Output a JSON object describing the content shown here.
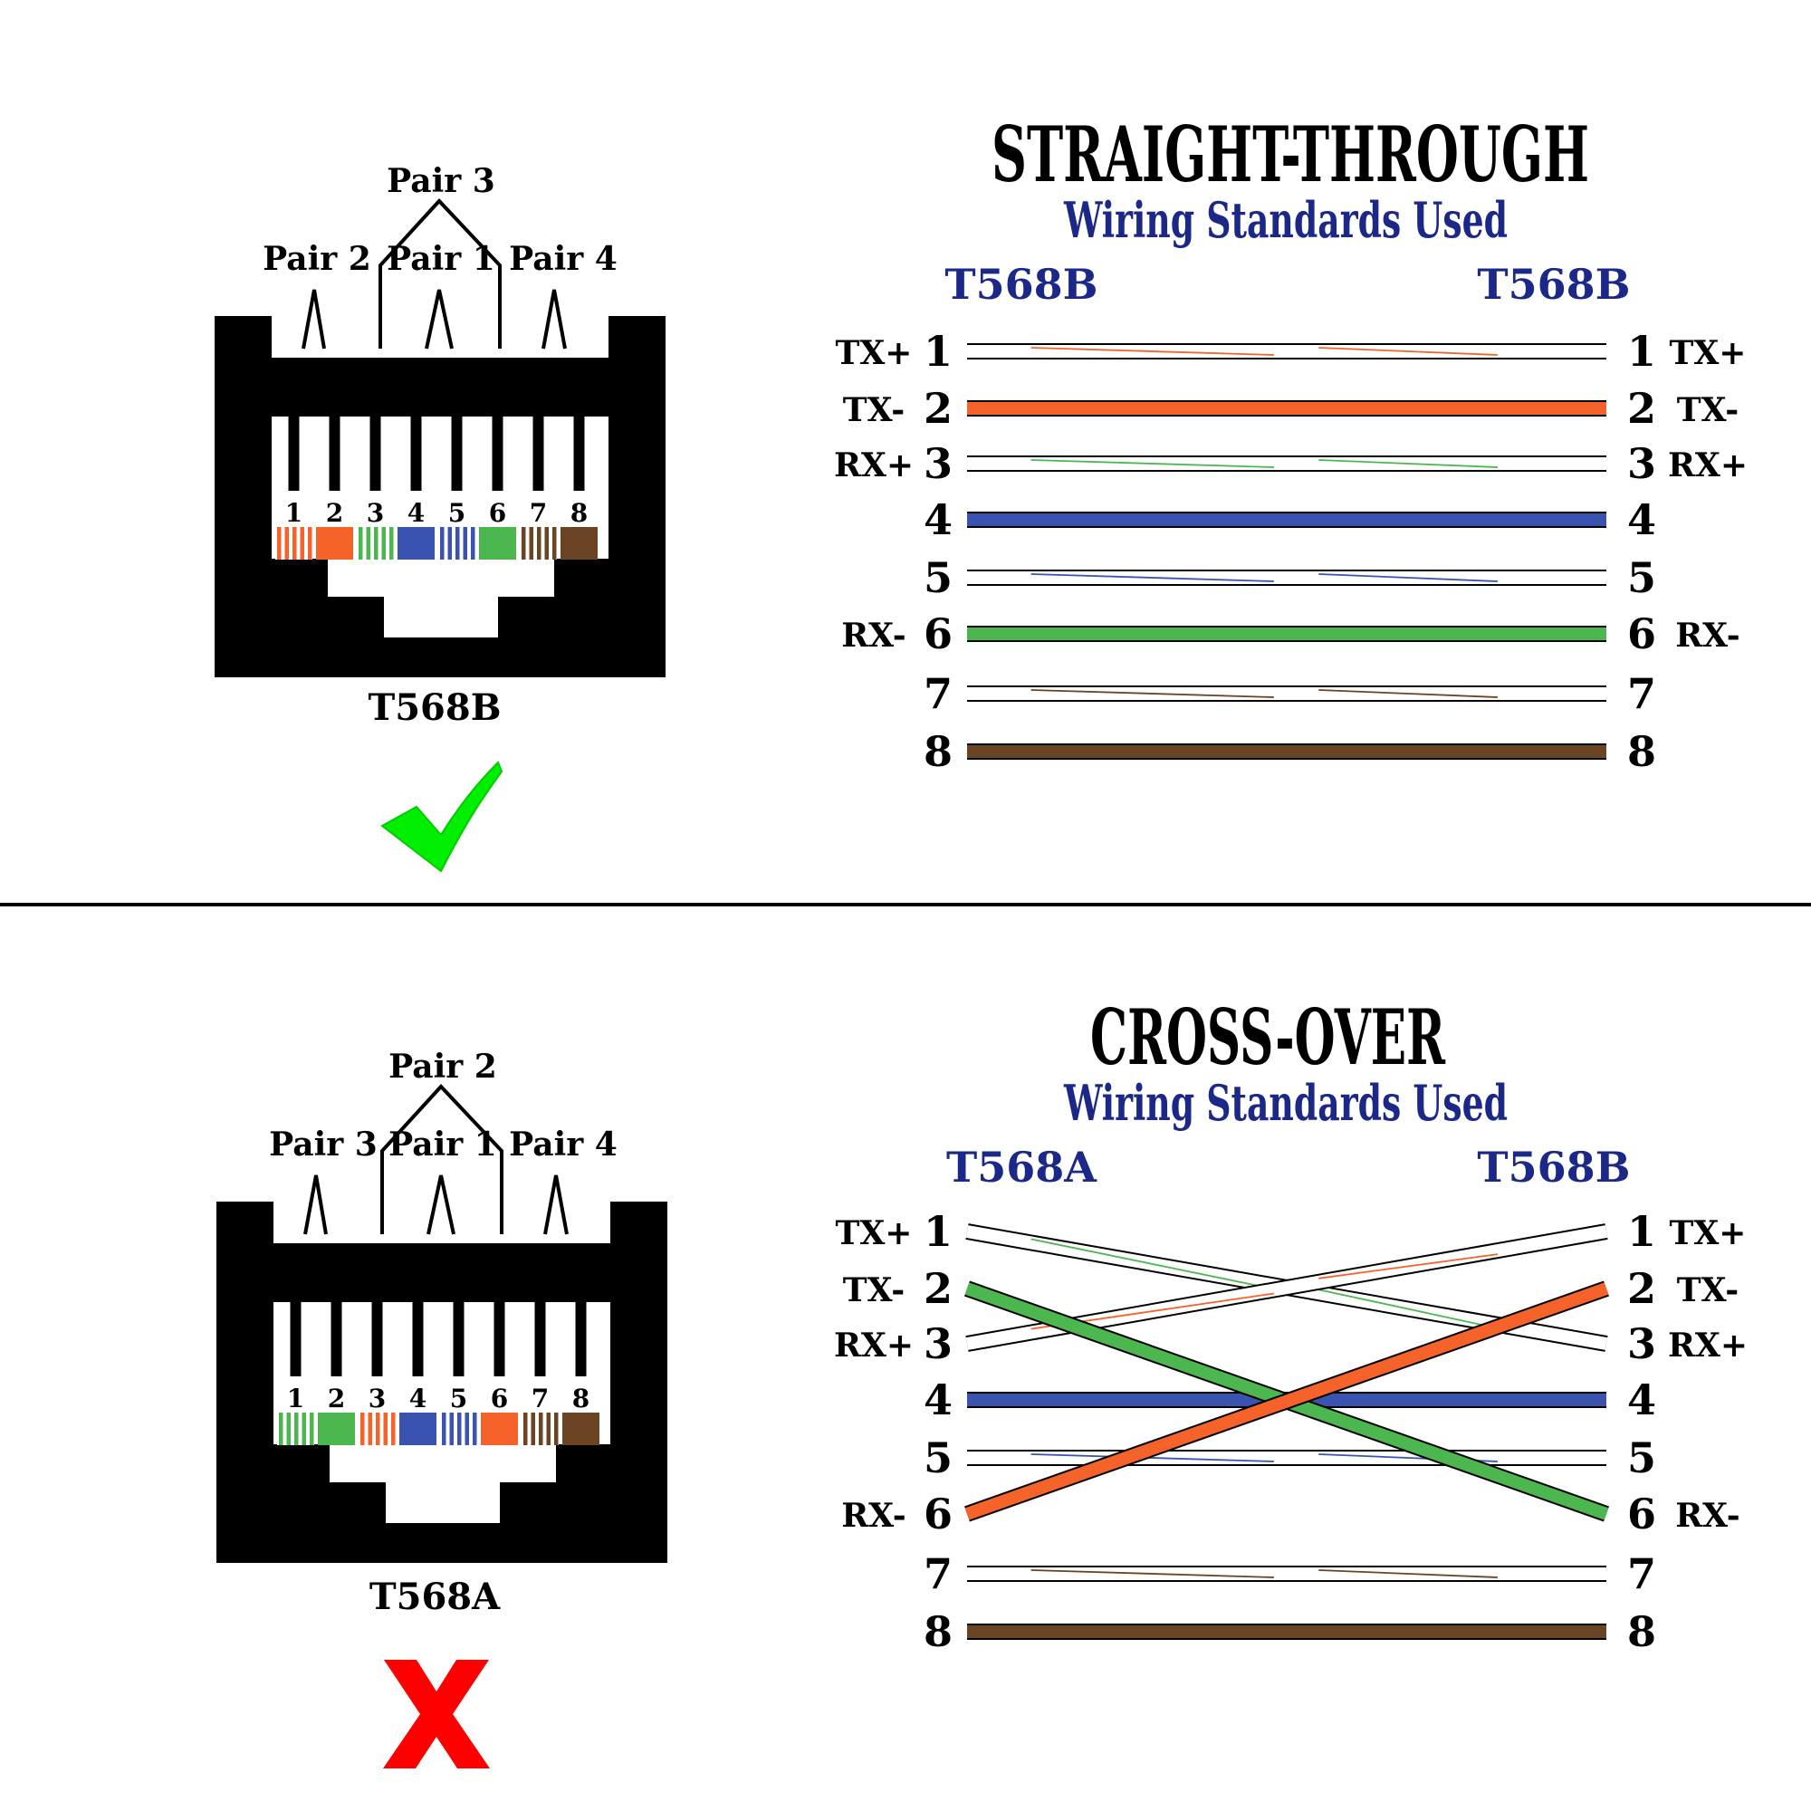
{
  "colors": {
    "orange": "#f5622a",
    "green": "#4cb74f",
    "blue": "#3a53b0",
    "brown": "#6b4423",
    "navy": "#1c2888",
    "check": "#00ee00",
    "cross": "#ff0000",
    "black": "#000000",
    "white": "#ffffff"
  },
  "sections": [
    {
      "title": "STRAIGHT-THROUGH",
      "subtitle": "Wiring Standards Used",
      "left_standard": "T568B",
      "right_standard": "T568B",
      "connector": {
        "label": "T568B",
        "pair_top": "Pair 3",
        "pair_left": "Pair 2",
        "pair_mid": "Pair 1",
        "pair_right": "Pair 4",
        "pin_numbers": [
          "1",
          "2",
          "3",
          "4",
          "5",
          "6",
          "7",
          "8"
        ],
        "pins": [
          {
            "color": "orange",
            "striped": true
          },
          {
            "color": "orange",
            "striped": false
          },
          {
            "color": "green",
            "striped": true
          },
          {
            "color": "blue",
            "striped": false
          },
          {
            "color": "blue",
            "striped": true
          },
          {
            "color": "green",
            "striped": false
          },
          {
            "color": "brown",
            "striped": true
          },
          {
            "color": "brown",
            "striped": false
          }
        ]
      },
      "verdict": "check",
      "left_signals": [
        "TX+",
        "TX-",
        "RX+",
        "",
        "",
        "RX-",
        "",
        ""
      ],
      "right_signals": [
        "TX+",
        "TX-",
        "RX+",
        "",
        "",
        "RX-",
        "",
        ""
      ],
      "wires": [
        {
          "from": 1,
          "to": 1,
          "color": "orange",
          "striped": true
        },
        {
          "from": 2,
          "to": 2,
          "color": "orange",
          "striped": false
        },
        {
          "from": 3,
          "to": 3,
          "color": "green",
          "striped": true
        },
        {
          "from": 4,
          "to": 4,
          "color": "blue",
          "striped": false
        },
        {
          "from": 5,
          "to": 5,
          "color": "blue",
          "striped": true
        },
        {
          "from": 6,
          "to": 6,
          "color": "green",
          "striped": false
        },
        {
          "from": 7,
          "to": 7,
          "color": "brown",
          "striped": true
        },
        {
          "from": 8,
          "to": 8,
          "color": "brown",
          "striped": false
        }
      ]
    },
    {
      "title": "CROSS-OVER",
      "subtitle": "Wiring Standards Used",
      "left_standard": "T568A",
      "right_standard": "T568B",
      "connector": {
        "label": "T568A",
        "pair_top": "Pair 2",
        "pair_left": "Pair 3",
        "pair_mid": "Pair 1",
        "pair_right": "Pair 4",
        "pin_numbers": [
          "1",
          "2",
          "3",
          "4",
          "5",
          "6",
          "7",
          "8"
        ],
        "pins": [
          {
            "color": "green",
            "striped": true
          },
          {
            "color": "green",
            "striped": false
          },
          {
            "color": "orange",
            "striped": true
          },
          {
            "color": "blue",
            "striped": false
          },
          {
            "color": "blue",
            "striped": true
          },
          {
            "color": "orange",
            "striped": false
          },
          {
            "color": "brown",
            "striped": true
          },
          {
            "color": "brown",
            "striped": false
          }
        ]
      },
      "verdict": "cross",
      "left_signals": [
        "TX+",
        "TX-",
        "RX+",
        "",
        "",
        "RX-",
        "",
        ""
      ],
      "right_signals": [
        "TX+",
        "TX-",
        "RX+",
        "",
        "",
        "RX-",
        "",
        ""
      ],
      "wires": [
        {
          "from": 4,
          "to": 4,
          "color": "blue",
          "striped": false
        },
        {
          "from": 5,
          "to": 5,
          "color": "blue",
          "striped": true
        },
        {
          "from": 7,
          "to": 7,
          "color": "brown",
          "striped": true
        },
        {
          "from": 8,
          "to": 8,
          "color": "brown",
          "striped": false
        },
        {
          "from": 1,
          "to": 3,
          "color": "green",
          "striped": true
        },
        {
          "from": 3,
          "to": 1,
          "color": "orange",
          "striped": true
        },
        {
          "from": 2,
          "to": 6,
          "color": "green",
          "striped": false
        },
        {
          "from": 6,
          "to": 2,
          "color": "orange",
          "striped": false
        }
      ]
    }
  ]
}
